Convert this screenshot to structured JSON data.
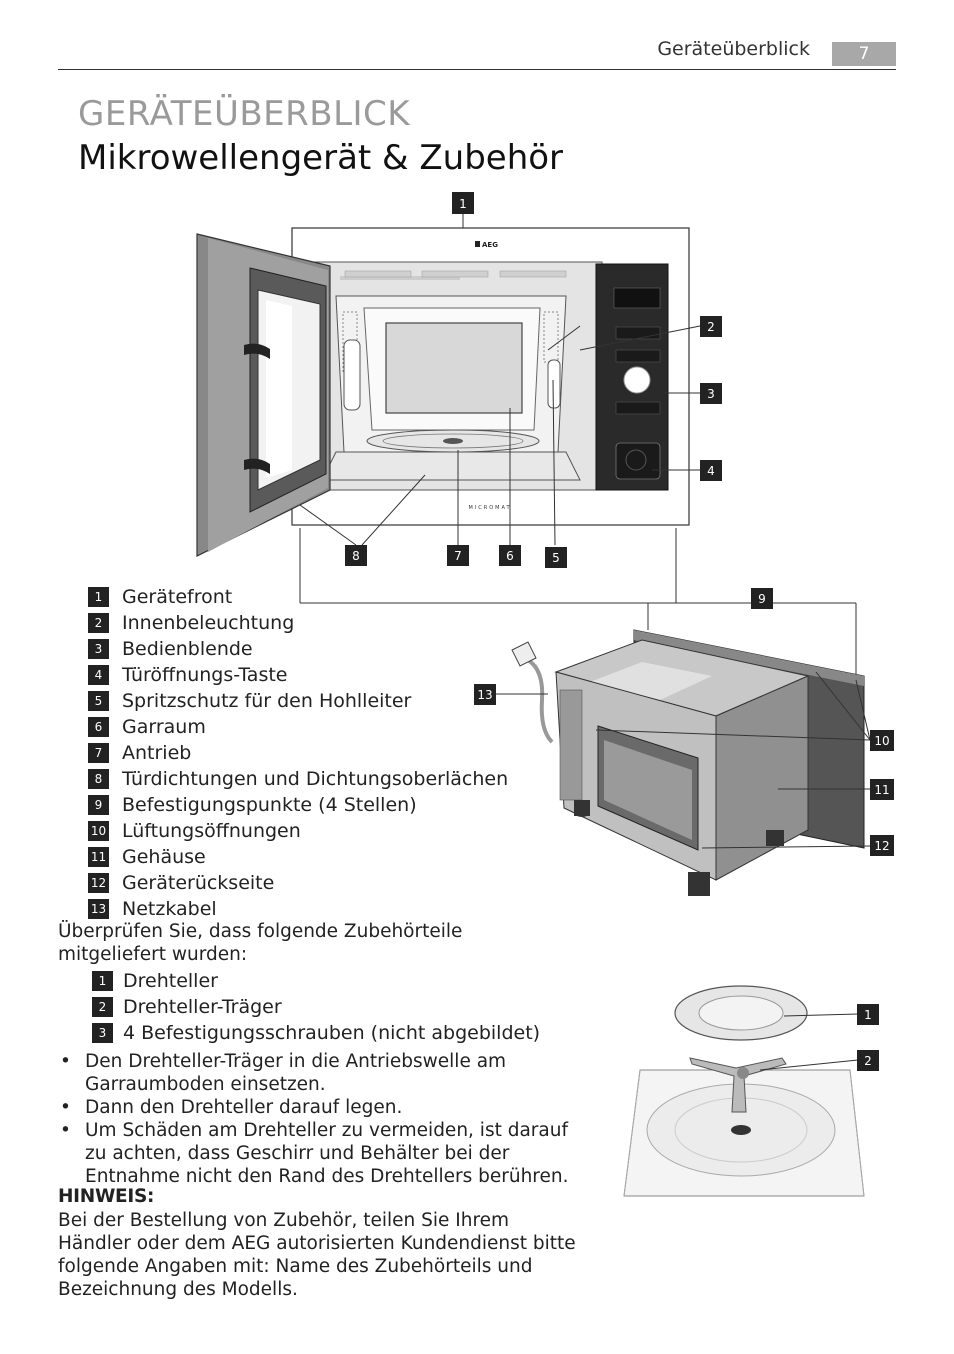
{
  "header": {
    "section": "Geräteüberblick",
    "page_number": "7"
  },
  "title": {
    "line1": "GERÄTEÜBERBLICK",
    "line2": "Mikrowellengerät & Zubehör"
  },
  "appliance_text": {
    "brand": "AEG",
    "model": "MICROMAT"
  },
  "legend": [
    {
      "num": "1",
      "label": "Gerätefront"
    },
    {
      "num": "2",
      "label": "Innenbeleuchtung"
    },
    {
      "num": "3",
      "label": "Bedienblende"
    },
    {
      "num": "4",
      "label": "Türöffnungs-Taste"
    },
    {
      "num": "5",
      "label": "Spritzschutz für den Hohlleiter"
    },
    {
      "num": "6",
      "label": "Garraum"
    },
    {
      "num": "7",
      "label": "Antrieb"
    },
    {
      "num": "8",
      "label": "Türdichtungen und Dichtungsoberlächen"
    },
    {
      "num": "9",
      "label": "Befestigungspunkte (4 Stellen)"
    },
    {
      "num": "10",
      "label": "Lüftungsöffnungen"
    },
    {
      "num": "11",
      "label": "Gehäuse"
    },
    {
      "num": "12",
      "label": "Geräterückseite"
    },
    {
      "num": "13",
      "label": "Netzkabel"
    }
  ],
  "accessories_intro": "Überprüfen Sie, dass folgende Zubehörteile mitgeliefert wurden:",
  "accessories": [
    {
      "num": "1",
      "label": "Drehteller"
    },
    {
      "num": "2",
      "label": "Drehteller-Träger"
    },
    {
      "num": "3",
      "label": "4 Befestigungsschrauben (nicht abgebildet)"
    }
  ],
  "bullets": [
    "Den Drehteller-Träger in die Antriebswelle am Garraumboden einsetzen.",
    "Dann den Drehteller darauf legen.",
    "Um Schäden am Drehteller zu vermeiden, ist darauf zu achten, dass Geschirr und Behälter bei der Entnahme nicht den Rand des Drehtellers berühren."
  ],
  "note": {
    "heading": "HINWEIS:",
    "text": "Bei der Bestellung von Zubehör, teilen Sie Ihrem Händler oder dem AEG autorisierten Kundendienst bitte folgende Angaben mit: Name des Zubehörteils und Bezeichnung des Modells."
  }
}
